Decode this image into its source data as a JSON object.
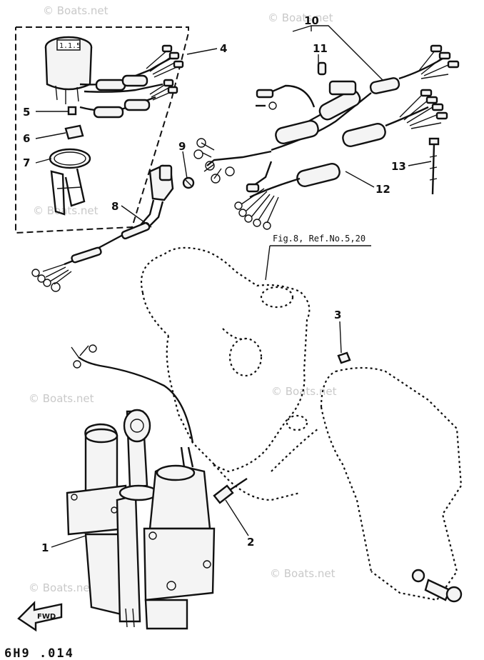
{
  "callouts": [
    "1",
    "2",
    "3",
    "4",
    "5",
    "6",
    "7",
    "8",
    "9",
    "10",
    "11",
    "12",
    "13"
  ],
  "reference_note": "Fig.8, Ref.No.5,20",
  "watermark": "© Boats.net",
  "direction_label": "FWD",
  "diagram_code": "6H9 .014",
  "colors": {
    "ink": "#111111",
    "watermark": "#c9c9c9",
    "background": "#ffffff"
  },
  "icons": [
    "trim-gauge",
    "wire-harness",
    "tilt-trim-unit",
    "bracket-bolt",
    "fwd-arrow"
  ]
}
